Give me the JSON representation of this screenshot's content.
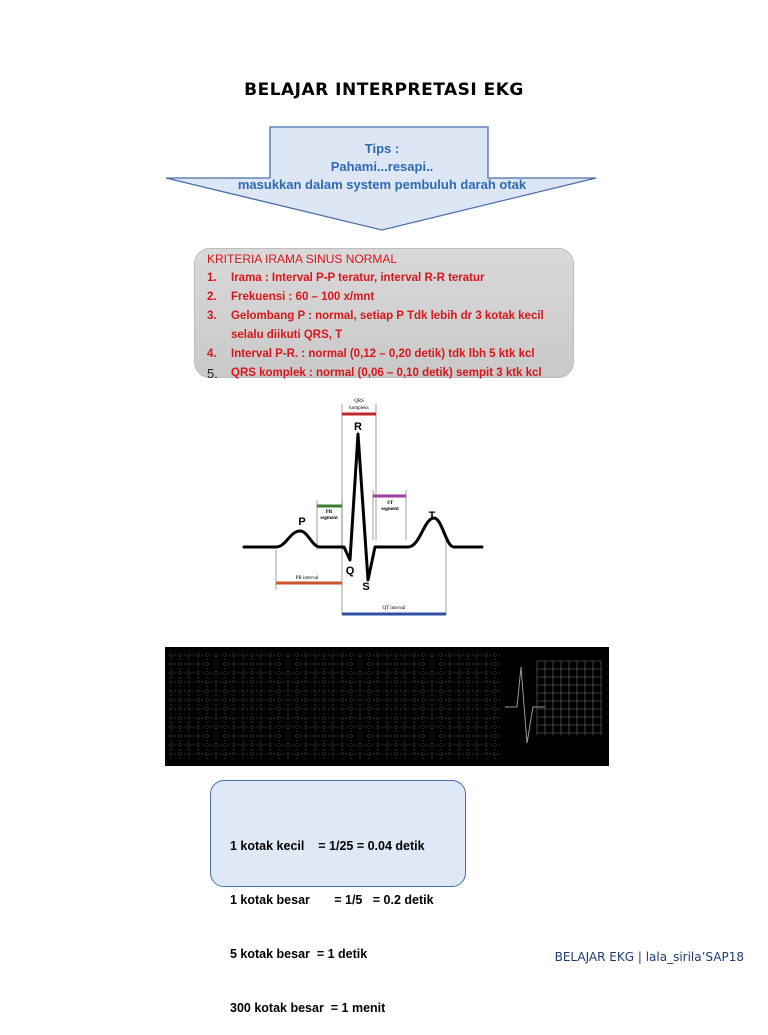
{
  "title": "BELAJAR INTERPRETASI EKG",
  "tips": {
    "line1": "Tips :",
    "line2": "Pahami...resapi..",
    "line3": "masukkan dalam system pembuluh darah otak"
  },
  "criteria": {
    "title": "KRITERIA IRAMA SINUS NORMAL",
    "items": [
      {
        "num": "1.",
        "text": "Irama : Interval P-P teratur, interval R-R teratur"
      },
      {
        "num": "2.",
        "text": "Frekuensi : 60 – 100 x/mnt"
      },
      {
        "num": "3.",
        "text": "Gelombang P : normal, setiap P Tdk lebih dr 3 kotak kecil selalu diikuti QRS, T"
      },
      {
        "num": "4.",
        "text": "Interval P-R. : normal (0,12 – 0,20 detik) tdk lbh 5 ktk kcl"
      },
      {
        "num": "5.",
        "text": "QRS komplek : normal (0,06 – 0,10 detik) sempit 3 ktk kcl"
      }
    ]
  },
  "ekg_diagram": {
    "qrs_label_1": "QRS",
    "qrs_label_2": "kompleks",
    "pr_segment_1": "PR",
    "pr_segment_2": "segment",
    "st_segment_1": "ST",
    "st_segment_2": "segment",
    "wave_p": "P",
    "wave_q": "Q",
    "wave_r": "R",
    "wave_s": "S",
    "wave_t": "T",
    "pr_interval": "PR interval",
    "qt_interval": "QT interval",
    "colors": {
      "qrs": "#c0272d",
      "pr_segment": "#3a7d2c",
      "st_segment": "#9b3fa0",
      "pr_interval": "#c9562a",
      "qt_interval": "#2f4fa3"
    }
  },
  "calc": {
    "lines": [
      "1 kotak kecil    = 1/25 = 0.04 detik",
      "1 kotak besar       = 1/5   = 0.2 detik",
      "5 kotak besar  = 1 detik",
      "300 kotak besar  = 1 menit"
    ]
  },
  "footer": "BELAJAR EKG | lala_sirila’SAP18"
}
